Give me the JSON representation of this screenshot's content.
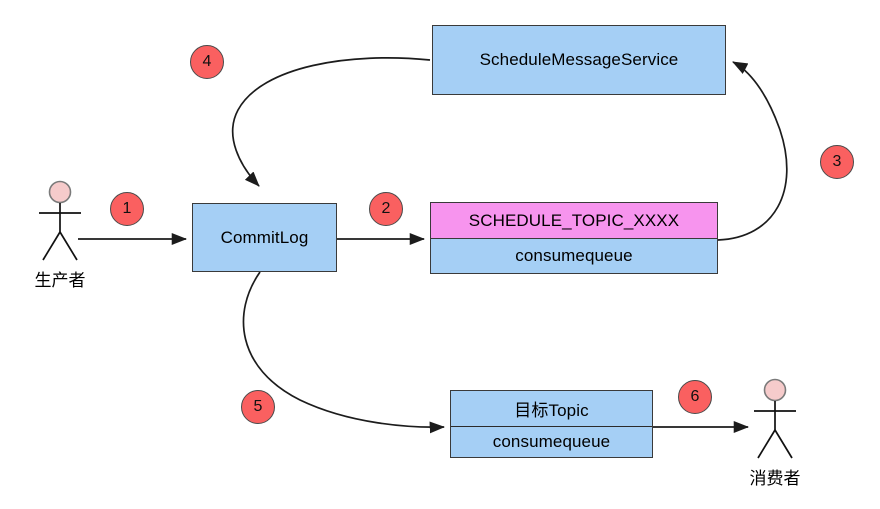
{
  "diagram": {
    "title": "RocketMQ scheduled message flow",
    "background": "#ffffff",
    "colors": {
      "box_blue": "#A5CFF5",
      "box_magenta": "#F794EE",
      "badge_red": "#FA6060",
      "stroke": "#3a3a3a",
      "actor_head": "#F6CBCB"
    }
  },
  "nodes": {
    "schedule_message_service": {
      "label": "ScheduleMessageService"
    },
    "commit_log": {
      "label": "CommitLog"
    },
    "schedule_topic": {
      "top_label": "SCHEDULE_TOPIC_XXXX",
      "bottom_label": "consumequeue"
    },
    "target_topic": {
      "top_label": "目标Topic",
      "bottom_label": "consumequeue"
    }
  },
  "actors": {
    "producer": {
      "label": "生产者"
    },
    "consumer": {
      "label": "消费者"
    }
  },
  "step_badges": [
    {
      "id": "1",
      "label": "1"
    },
    {
      "id": "2",
      "label": "2"
    },
    {
      "id": "3",
      "label": "3"
    },
    {
      "id": "4",
      "label": "4"
    },
    {
      "id": "5",
      "label": "5"
    },
    {
      "id": "6",
      "label": "6"
    }
  ],
  "edges": [
    {
      "id": "producer-to-commitlog",
      "badge": "1",
      "from": "producer",
      "to": "commit_log"
    },
    {
      "id": "commitlog-to-schedule-topic",
      "badge": "2",
      "from": "commit_log",
      "to": "schedule_topic"
    },
    {
      "id": "schedule-topic-to-service",
      "badge": "3",
      "from": "schedule_topic",
      "to": "schedule_message_service"
    },
    {
      "id": "service-to-commitlog",
      "badge": "4",
      "from": "schedule_message_service",
      "to": "commit_log"
    },
    {
      "id": "commitlog-to-target-topic",
      "badge": "5",
      "from": "commit_log",
      "to": "target_topic"
    },
    {
      "id": "target-topic-to-consumer",
      "badge": "6",
      "from": "target_topic",
      "to": "consumer"
    }
  ]
}
